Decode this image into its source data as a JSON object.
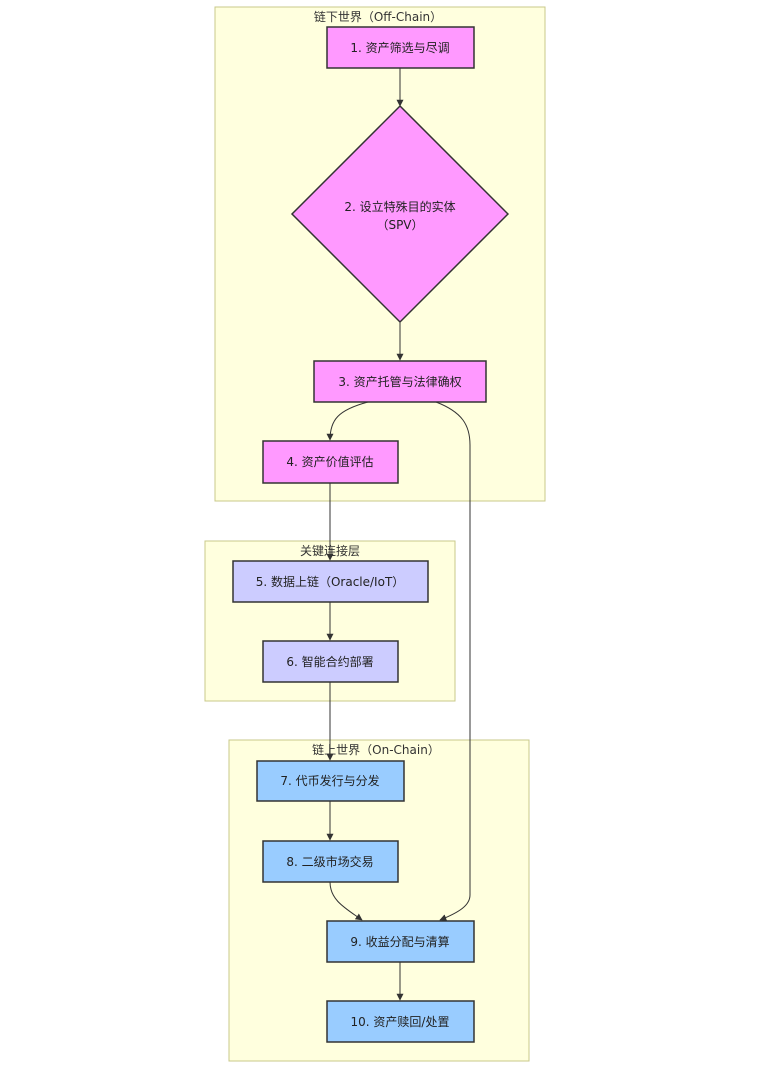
{
  "clusters": {
    "offchain": "链下世界（Off-Chain）",
    "key": "关键连接层",
    "onchain": "链上世界（On-Chain）"
  },
  "nodes": {
    "n1": "1. 资产筛选与尽调",
    "n2_line1": "2. 设立特殊目的实体",
    "n2_line2": "（SPV）",
    "n3": "3. 资产托管与法律确权",
    "n4": "4. 资产价值评估",
    "n5": "5. 数据上链（Oracle/IoT）",
    "n6": "6. 智能合约部署",
    "n7": "7. 代币发行与分发",
    "n8": "8. 二级市场交易",
    "n9": "9. 收益分配与清算",
    "n10": "10. 资产赎回/处置"
  },
  "colors": {
    "offchain_node": "#ff99ff",
    "key_node": "#ccccff",
    "onchain_node": "#99ccff",
    "cluster_fill": "#ffffde",
    "cluster_border": "#c8c88a"
  }
}
